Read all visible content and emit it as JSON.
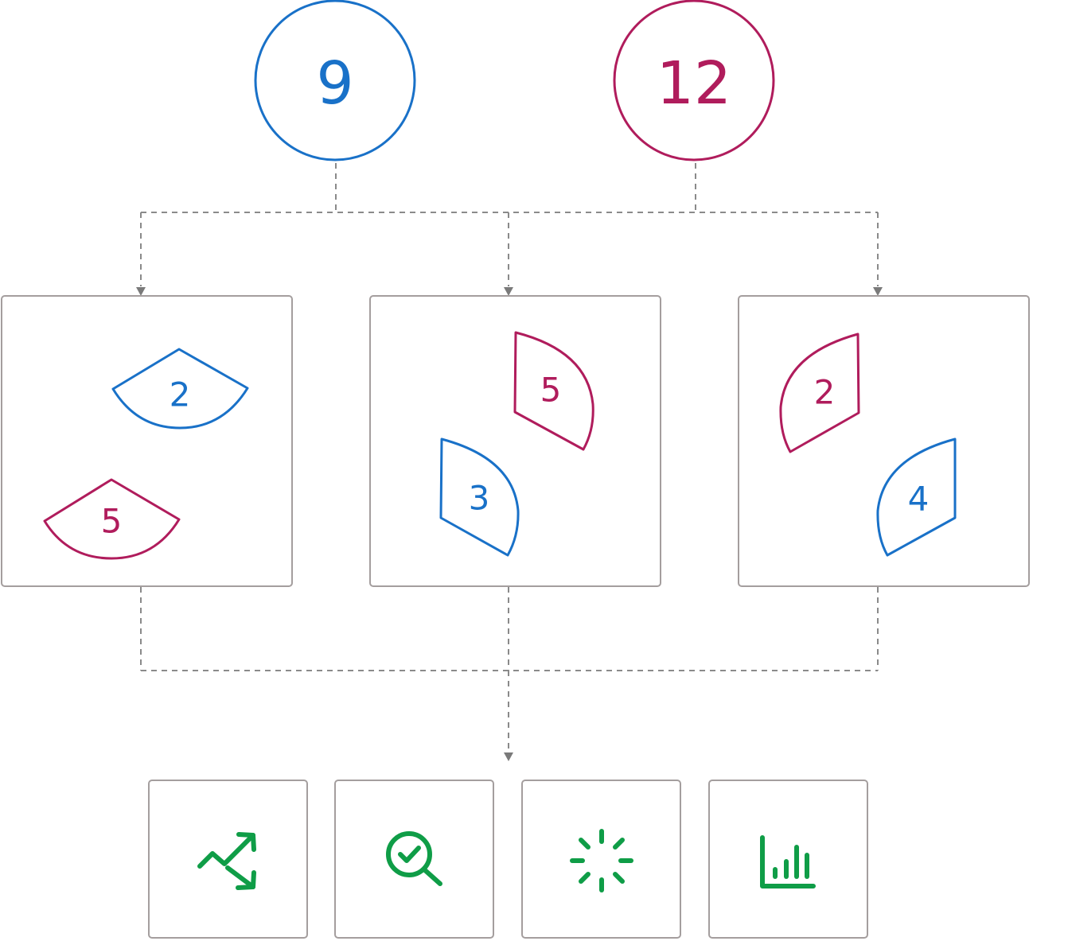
{
  "colors": {
    "blue": "#1971c8",
    "magenta": "#b01c5c",
    "green": "#0f9d47",
    "connector": "#8a8a8a",
    "panel_border": "#a49e9e"
  },
  "totals": [
    {
      "value": "9",
      "color": "#1971c8"
    },
    {
      "value": "12",
      "color": "#b01c5c"
    }
  ],
  "partitions": [
    {
      "shards": [
        {
          "value": "2",
          "color": "#1971c8"
        },
        {
          "value": "5",
          "color": "#b01c5c"
        }
      ]
    },
    {
      "shards": [
        {
          "value": "5",
          "color": "#b01c5c"
        },
        {
          "value": "3",
          "color": "#1971c8"
        }
      ]
    },
    {
      "shards": [
        {
          "value": "2",
          "color": "#b01c5c"
        },
        {
          "value": "4",
          "color": "#1971c8"
        }
      ]
    }
  ],
  "outputs": [
    {
      "icon": "trend-arrows-icon"
    },
    {
      "icon": "search-check-icon"
    },
    {
      "icon": "loading-spinner-icon"
    },
    {
      "icon": "bar-chart-icon"
    }
  ]
}
